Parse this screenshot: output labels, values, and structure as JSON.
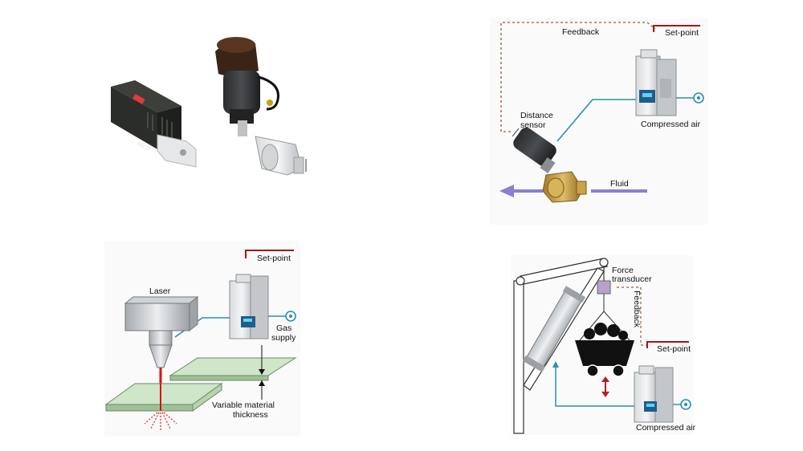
{
  "panel_feedback": {
    "feedback_label": "Feedback",
    "setpoint_label": "Set-point",
    "distance_sensor_line1": "Distance",
    "distance_sensor_line2": "sensor",
    "compressed_air_label": "Compressed air",
    "fluid_label": "Fluid"
  },
  "panel_laser": {
    "setpoint_label": "Set-point",
    "laser_label": "Laser",
    "gas_supply_line1": "Gas",
    "gas_supply_line2": "supply",
    "thickness_line1": "Variable material",
    "thickness_line2": "thickness"
  },
  "panel_crane": {
    "force_line1": "Force",
    "force_line2": "transducer",
    "feedback_label": "Feedback",
    "setpoint_label": "Set-point",
    "compressed_air_label": "Compressed air"
  },
  "colors": {
    "setpoint_red": "#a01818",
    "signal_blue": "#2a8fb0",
    "fluid_arrow": "#8a7fd0",
    "brass": "#c9a24a",
    "plate_green": "#cfe6c9"
  }
}
